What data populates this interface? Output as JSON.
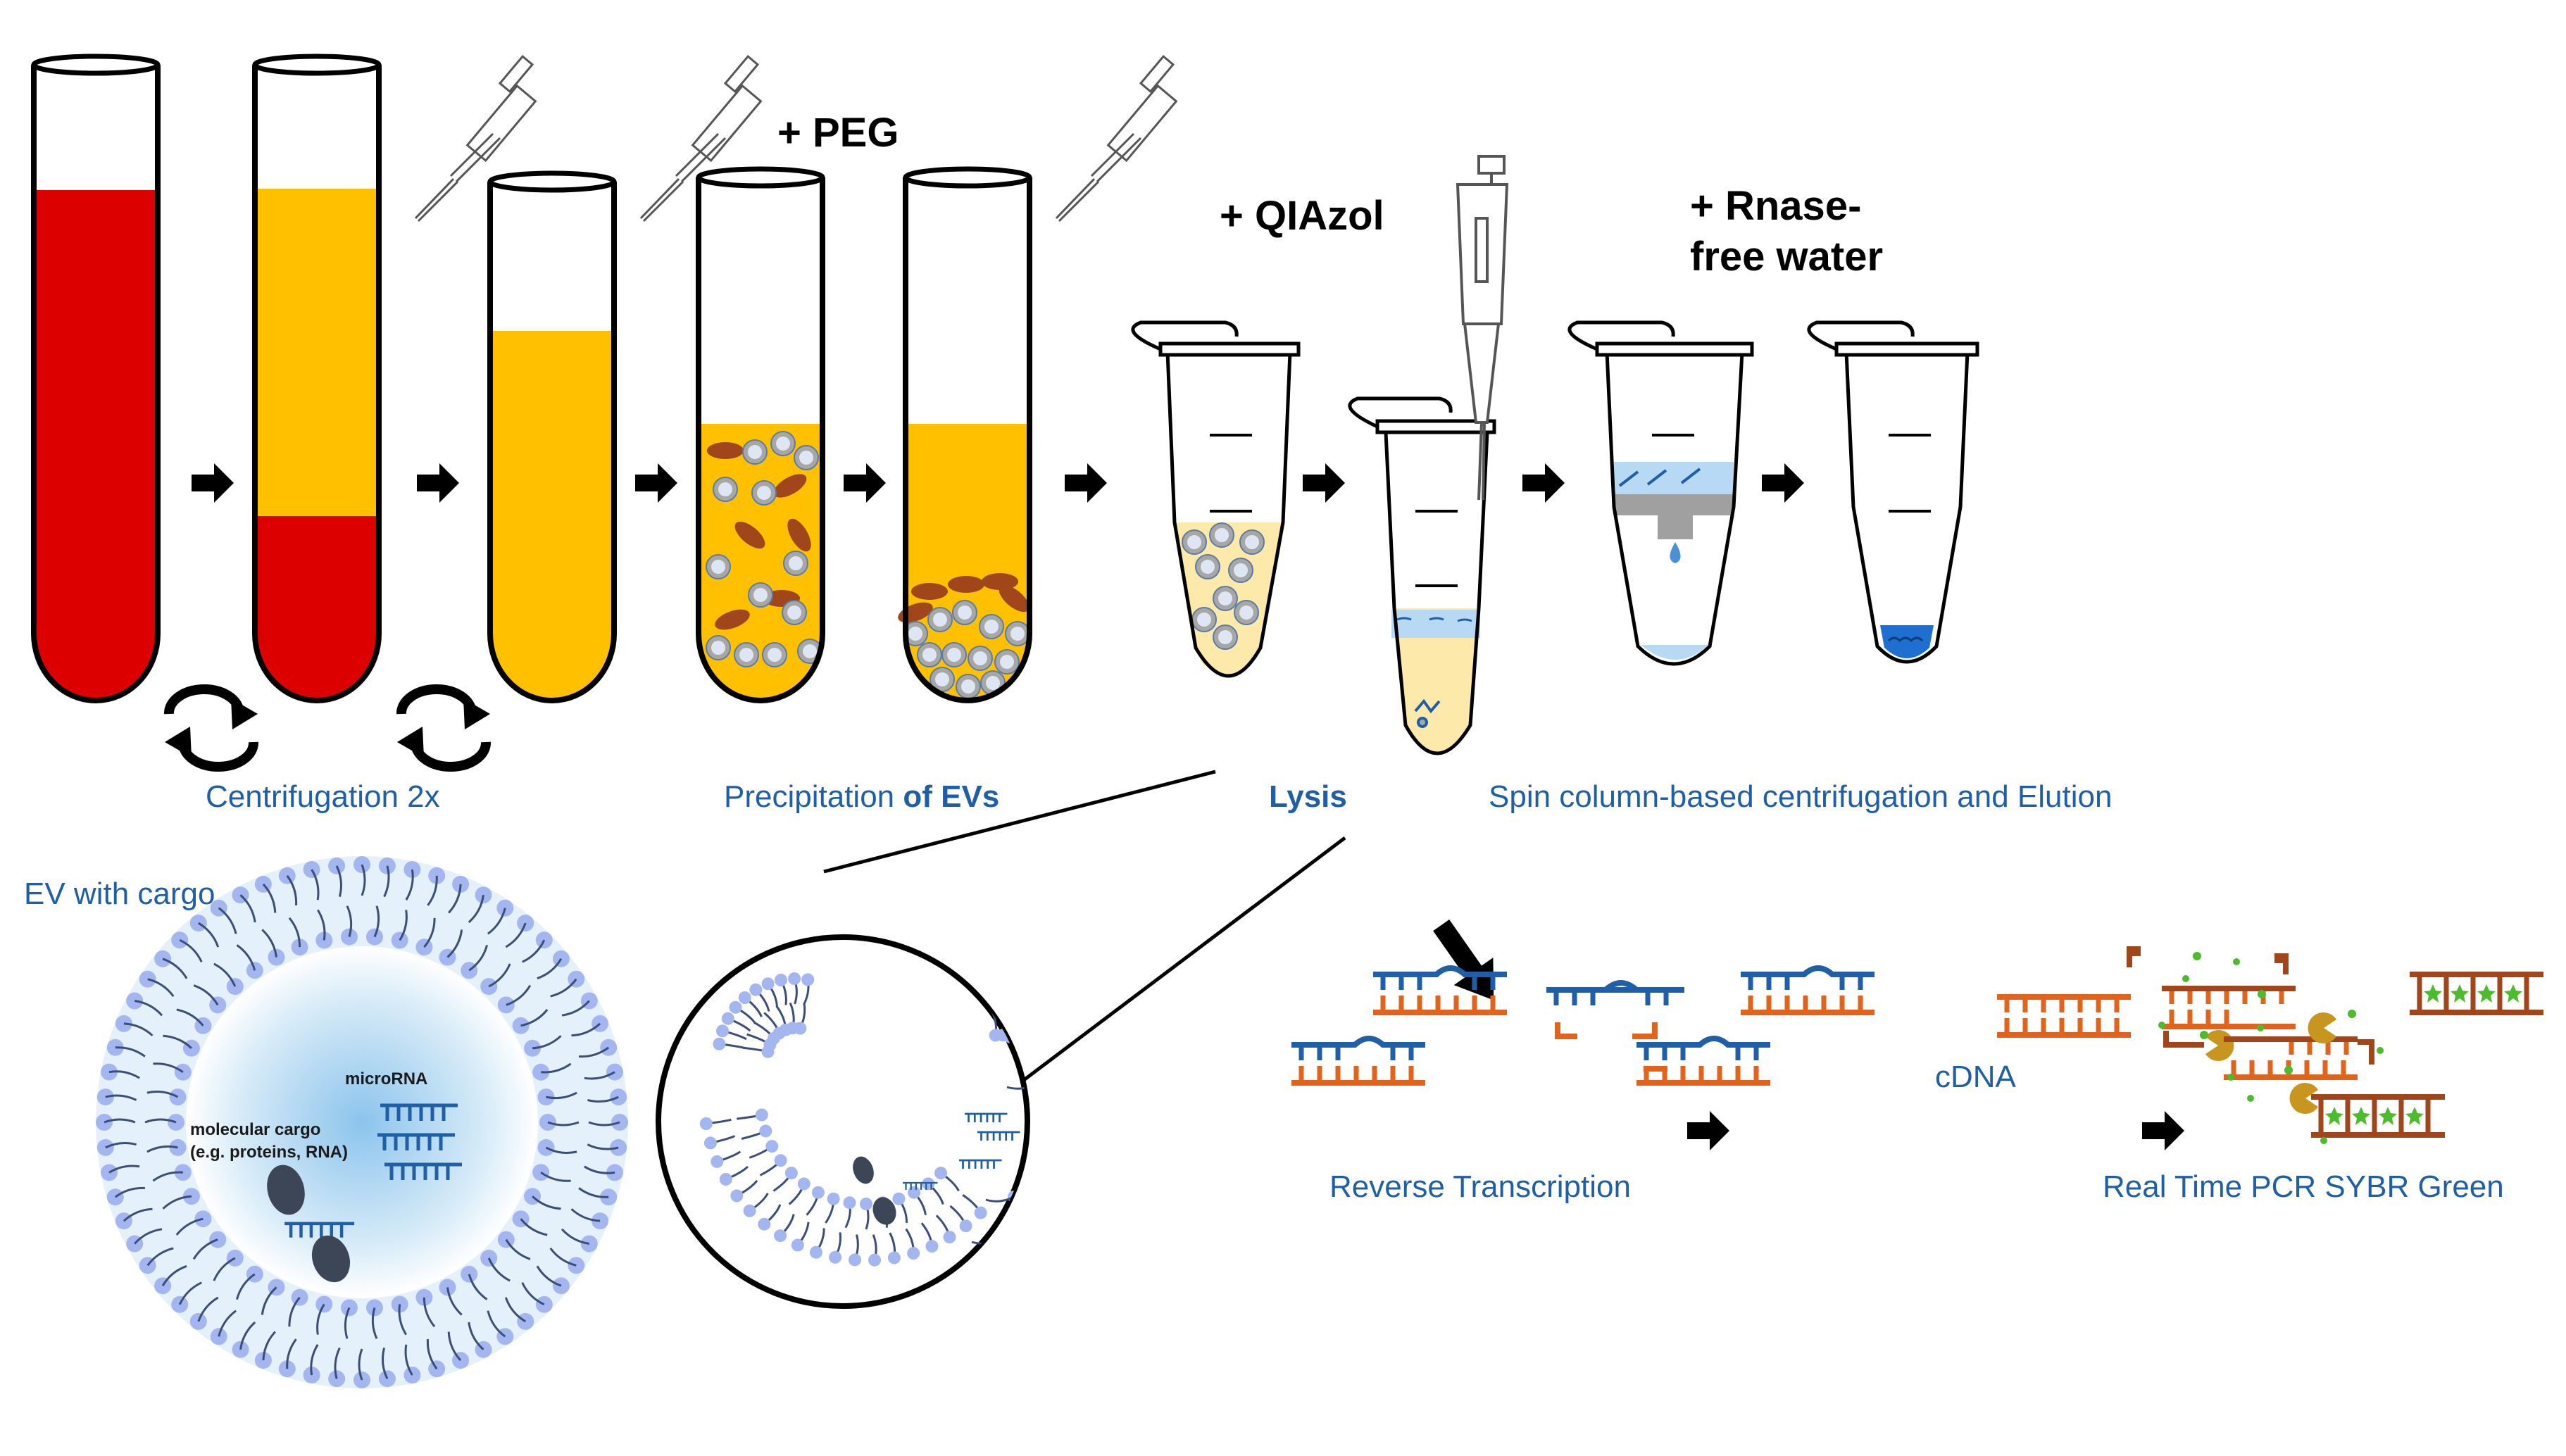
{
  "labels": {
    "peg": "+ PEG",
    "qiazol": "+ QIAzol",
    "rnase_line1": "+ Rnase-",
    "rnase_line2": "free water",
    "centrifugation": "Centrifugation 2x",
    "precipitation_prefix": "Precipitation ",
    "precipitation_suffix": "of EVs",
    "lysis": "Lysis",
    "spin_column": "Spin column-based centrifugation and Elution",
    "ev_with_cargo": "EV with cargo",
    "microrna": "microRNA",
    "molecular_cargo_line1": "molecular cargo",
    "molecular_cargo_line2": "(e.g. proteins, RNA)",
    "cdna": "cDNA",
    "reverse_transcription": "Reverse Transcription",
    "real_time_pcr": "Real Time PCR SYBR Green"
  },
  "colors": {
    "blood_red": "#dd0000",
    "plasma_yellow": "#ffc000",
    "lysate_yellow": "#fde9a9",
    "label_blue": "#1f5fa8",
    "rna_blue": "#1f5fa8",
    "dna_orange": "#e2641c",
    "dna_brown": "#a0461a",
    "sybr_green": "#4cbb2c",
    "ev_particle": "#a7a7a7",
    "platelet_brown": "#a0461a",
    "lipid_head": "#a4b6ef",
    "membrane_fluid": "#d4e9f6",
    "column_blue": "#b8d9f4"
  },
  "icons": [
    "pipette-icon",
    "rotation-arrows-icon",
    "arrow-right-icon",
    "microcentrifuge-tube-icon",
    "spin-column-icon",
    "ev-vesicle-icon",
    "lipid-bilayer-icon",
    "rna-strand-icon",
    "dna-duplex-icon",
    "polymerase-icon",
    "sybr-dye-icon"
  ]
}
